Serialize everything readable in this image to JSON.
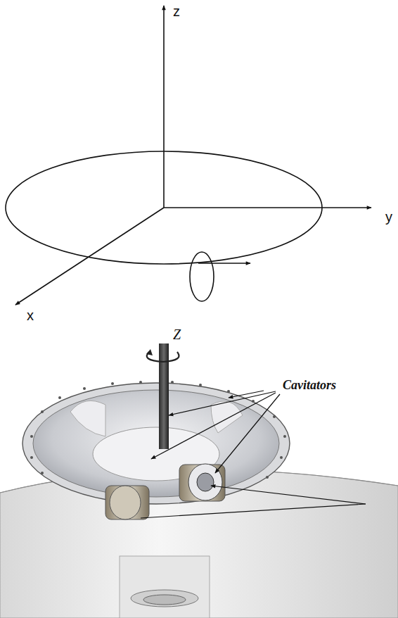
{
  "diagram": {
    "labels": [
      "z",
      "y",
      "x",
      "Z",
      "Cavitators"
    ]
  }
}
